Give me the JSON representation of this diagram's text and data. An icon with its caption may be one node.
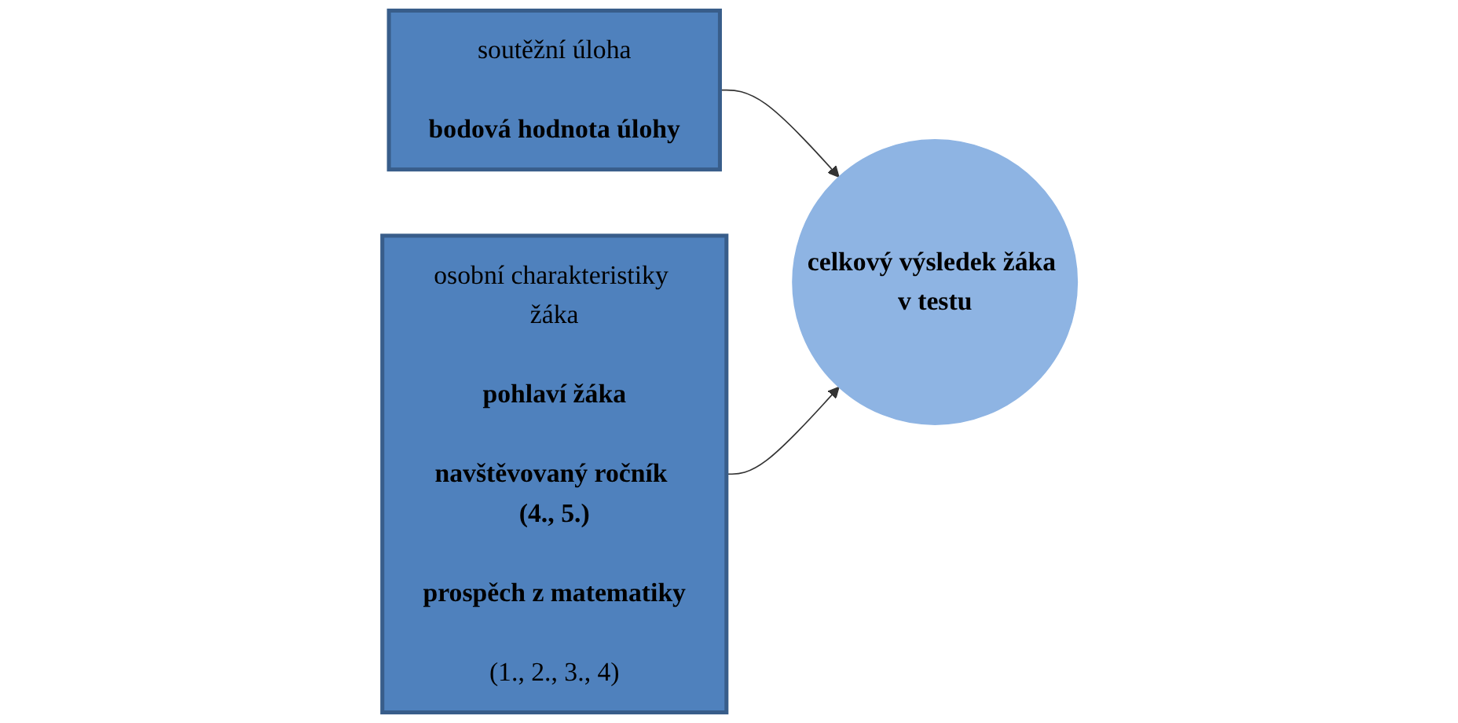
{
  "diagram": {
    "nodes": [
      {
        "text": [
          "soutěžní úloha",
          "bodová hodnota úlohy"
        ]
      },
      {
        "text": [
          "celkový výsledek žáka v testu"
        ]
      },
      {
        "text": [
          "osobní charakteristiky žáka",
          "pohlaví žáka",
          "navštěvovaný ročník (4., 5.)",
          "prospěch z matematiky",
          "(1., 2., 3., 4)"
        ]
      }
    ],
    "edges": [
      {
        "from": 0,
        "to": 1,
        "arrow": "to"
      },
      {
        "from": 2,
        "to": 1,
        "arrow": "to"
      }
    ]
  }
}
